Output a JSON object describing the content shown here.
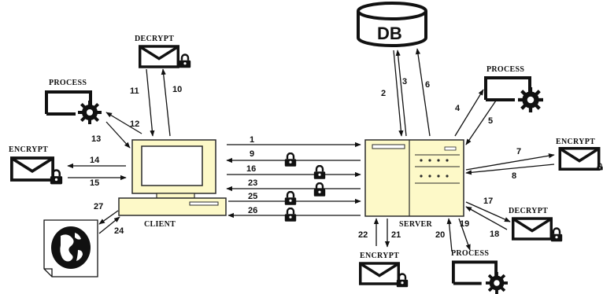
{
  "nodes": {
    "db": "DB",
    "client": "CLIENT",
    "server": "SERVER"
  },
  "operations": {
    "decrypt_client": "DECRYPT",
    "process_client": "PROCESS",
    "encrypt_client": "ENCRYPT",
    "process_server_top": "PROCESS",
    "encrypt_server_right": "ENCRYPT",
    "decrypt_server_right": "DECRYPT",
    "encrypt_server_bottom": "ENCRYPT",
    "process_server_bottom": "PROCESS"
  },
  "step_numbers": {
    "s1": "1",
    "s2": "2",
    "s3": "3",
    "s4": "4",
    "s5": "5",
    "s6": "6",
    "s7": "7",
    "s8": "8",
    "s9": "9",
    "s10": "10",
    "s11": "11",
    "s12": "12",
    "s13": "13",
    "s14": "14",
    "s15": "15",
    "s16": "16",
    "s17": "17",
    "s18": "18",
    "s19": "19",
    "s20": "20",
    "s21": "21",
    "s22": "22",
    "s23": "23",
    "s24": "24",
    "s25": "25",
    "s26": "26",
    "s27": "27"
  },
  "colors": {
    "computer_fill": "#fdf9c8",
    "computer_stroke": "#2a2a2a",
    "ink": "#111111",
    "background": "#ffffff"
  },
  "icons": {
    "envelope": "envelope-icon",
    "lock": "padlock-icon",
    "gear": "gear-icon",
    "database": "database-cylinder",
    "document": "document-globe-icon"
  }
}
